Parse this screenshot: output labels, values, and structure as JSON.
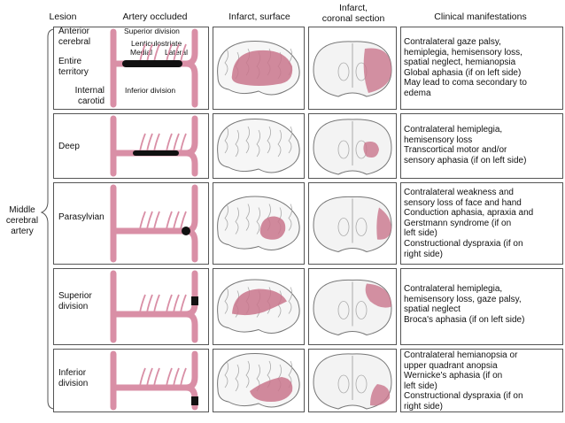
{
  "header": {
    "lesion": "Lesion",
    "artery_occluded": "Artery occluded",
    "infarct_surface": "Infarct, surface",
    "infarct_coronal": "Infarct,\ncoronal section",
    "clinical": "Clinical manifestations"
  },
  "group_label": "Middle\ncerebral\nartery",
  "artery_labels": {
    "anterior_cerebral": "Anterior\ncerebral",
    "internal_carotid": "Internal\ncarotid",
    "superior_division": "Superior division",
    "lenticulostriate": "Lenticulostriate",
    "medial": "Medial",
    "lateral": "Lateral",
    "inferior_division": "Inferior division"
  },
  "rows": [
    {
      "lesion": "Entire\nterritory",
      "clinical": "Contralateral gaze palsy,\nhemiplegia, hemisensory loss,\nspatial neglect, hemianopsia\nGlobal aphasia (if on left side)\nMay lead to coma secondary to\nedema"
    },
    {
      "lesion": "Deep",
      "clinical": "Contralateral hemiplegia,\nhemisensory loss\nTranscortical motor and/or\nsensory aphasia (if on left side)"
    },
    {
      "lesion": "Parasylvian",
      "clinical": "Contralateral weakness and\nsensory loss of face and hand\nConduction aphasia, apraxia and\nGerstmann syndrome (if on\nleft side)\nConstructional dyspraxia (if on\nright side)"
    },
    {
      "lesion": "Superior\ndivision",
      "clinical": "Contralateral hemiplegia,\nhemisensory loss, gaze palsy,\nspatial neglect\nBroca's aphasia (if on left side)"
    },
    {
      "lesion": "Inferior\ndivision",
      "clinical": "Contralateral hemianopsia or\nupper quadrant anopsia\nWernicke's aphasia (if on\nleft side)\nConstructional dyspraxia (if on\nright side)"
    }
  ],
  "colors": {
    "vessel": "#d98fa6",
    "occlusion": "#111111",
    "infarct": "#c9758c",
    "brain_outline": "#777777"
  }
}
